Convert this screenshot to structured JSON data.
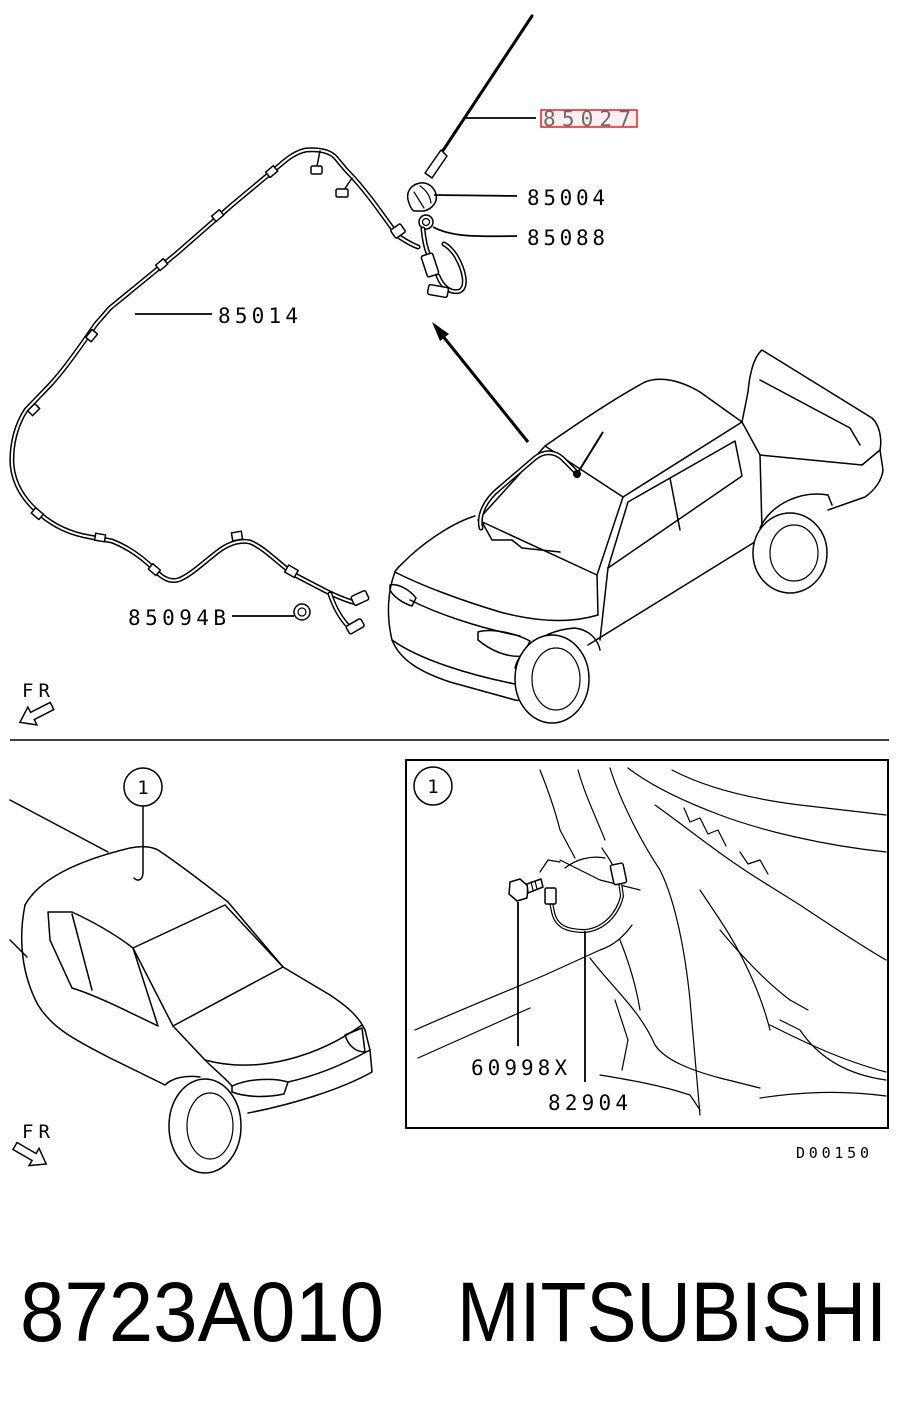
{
  "diagram": {
    "parts": {
      "antenna_rod": "85027",
      "antenna_base": "85004",
      "antenna_nut": "85088",
      "antenna_harness": "85014",
      "grommet": "85094B",
      "ground_bolt": "60998X",
      "ground_cable": "82904"
    },
    "callout_number": "1",
    "front_marker": "FR",
    "code": "D00150",
    "line_color": "#000000",
    "highlight_color": "#e0202a"
  },
  "footer": {
    "part_number": "8723A010",
    "brand": "MITSUBISHI"
  }
}
